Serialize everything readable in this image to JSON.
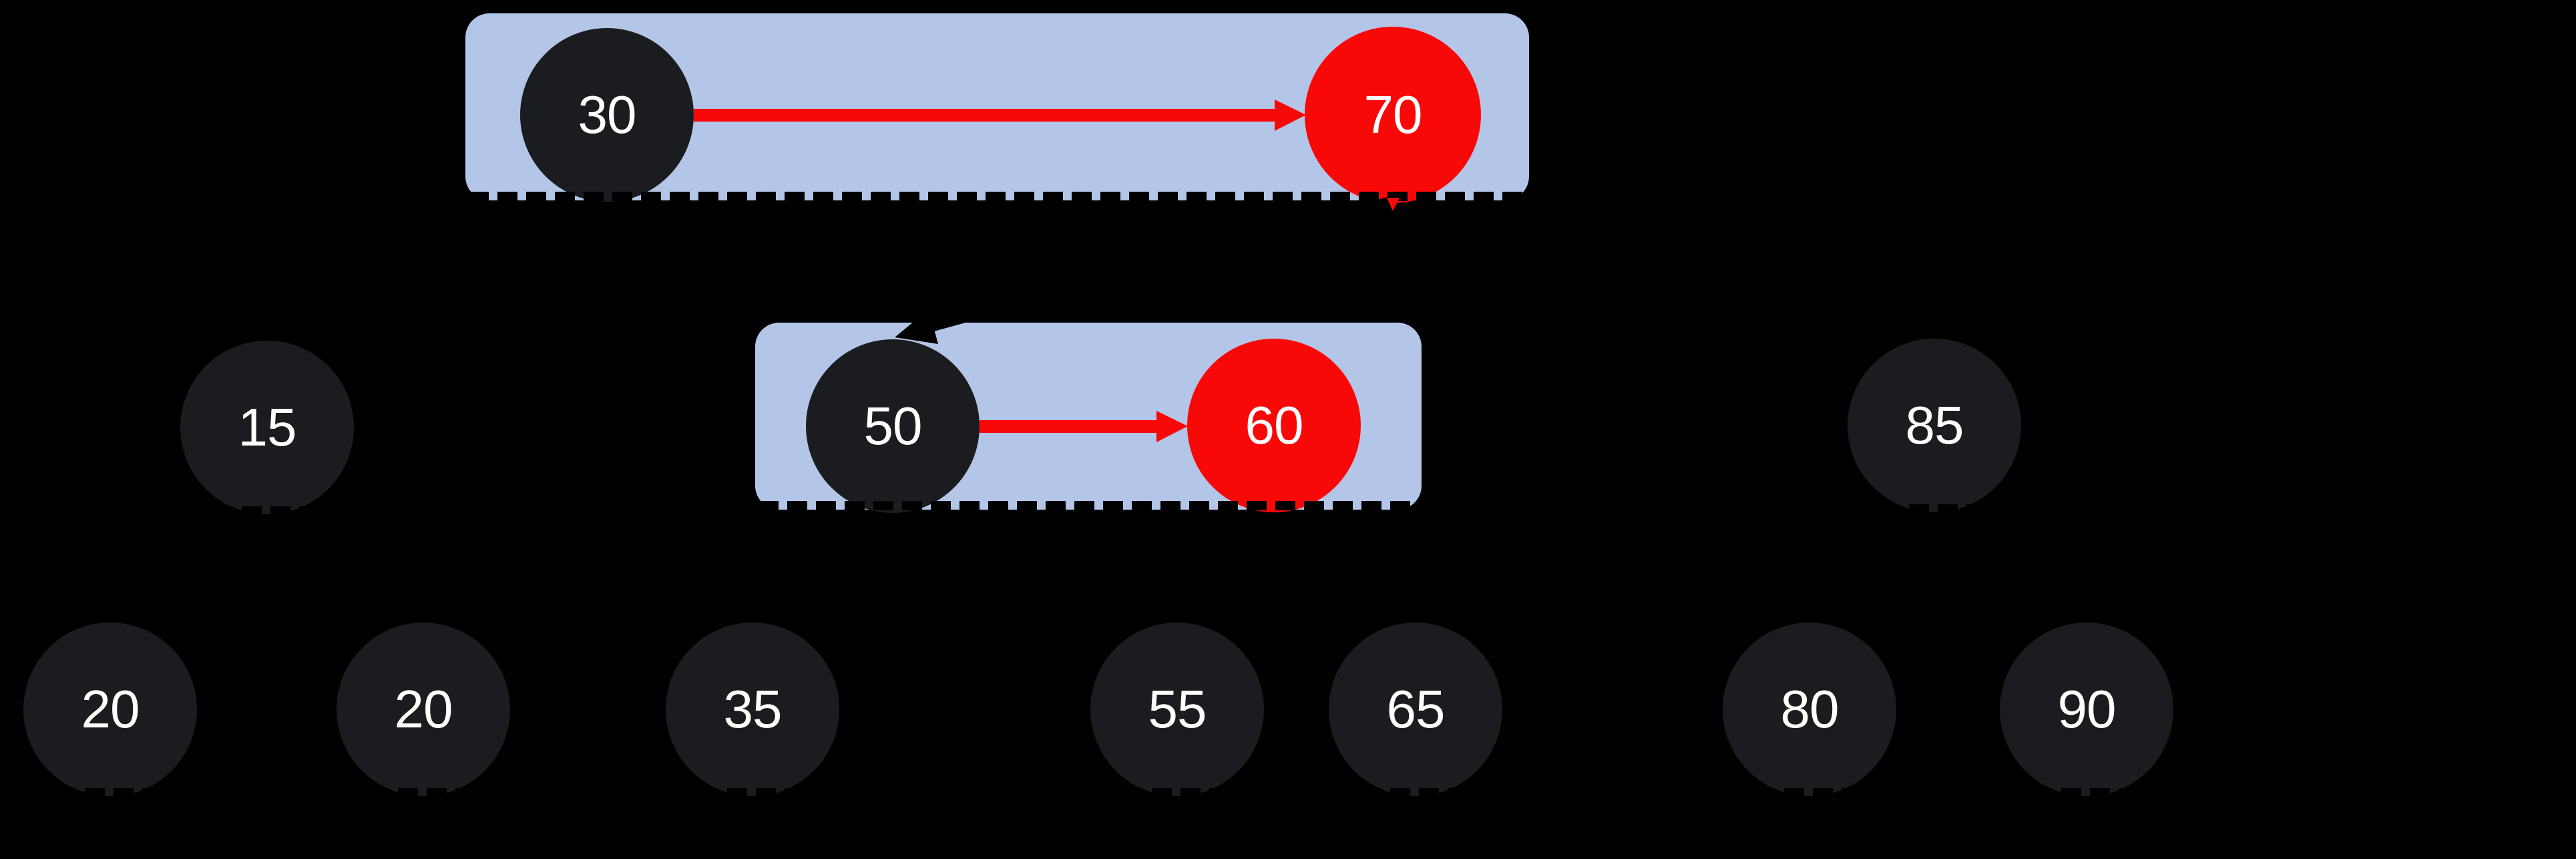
{
  "diagram": {
    "kind": "binary-tree-rotation-illustration",
    "background_color": "#000000",
    "colors": {
      "highlight_box_fill": "#b3c6e8",
      "dashed_border": "#000000",
      "node_dark_fill": "#1b1c1f",
      "node_red_fill": "#f90808",
      "arrow_red": "#f90808",
      "arrow_black": "#000000",
      "node_text": "#ffffff"
    },
    "boxes": [
      {
        "id": "top-box",
        "contains": [
          "30",
          "70"
        ],
        "border_style": "dashed-bottom"
      },
      {
        "id": "middle-box",
        "contains": [
          "50",
          "60"
        ],
        "border_style": "dashed-bottom"
      }
    ],
    "nodes": [
      {
        "value": "30",
        "variant": "dark",
        "row": "top",
        "in_box": "top-box"
      },
      {
        "value": "70",
        "variant": "red",
        "row": "top",
        "in_box": "top-box"
      },
      {
        "value": "15",
        "variant": "dark",
        "row": "middle",
        "in_box": null
      },
      {
        "value": "50",
        "variant": "dark",
        "row": "middle",
        "in_box": "middle-box"
      },
      {
        "value": "60",
        "variant": "red",
        "row": "middle",
        "in_box": "middle-box"
      },
      {
        "value": "85",
        "variant": "dark",
        "row": "middle",
        "in_box": null
      },
      {
        "value": "20",
        "variant": "dark",
        "row": "bottom",
        "in_box": null
      },
      {
        "value": "20",
        "variant": "dark",
        "row": "bottom",
        "in_box": null
      },
      {
        "value": "35",
        "variant": "dark",
        "row": "bottom",
        "in_box": null
      },
      {
        "value": "55",
        "variant": "dark",
        "row": "bottom",
        "in_box": null
      },
      {
        "value": "65",
        "variant": "dark",
        "row": "bottom",
        "in_box": null
      },
      {
        "value": "80",
        "variant": "dark",
        "row": "bottom",
        "in_box": null
      },
      {
        "value": "90",
        "variant": "dark",
        "row": "bottom",
        "in_box": null
      }
    ],
    "arrows": [
      {
        "from": "30",
        "to": "70",
        "color": "#f90808",
        "style": "thick-horizontal"
      },
      {
        "from": "50",
        "to": "60",
        "color": "#f90808",
        "style": "thick-horizontal"
      },
      {
        "from": "70",
        "to": "50",
        "color": "#000000",
        "style": "diagonal-down-left"
      },
      {
        "from": "70",
        "to": "below",
        "color": "#f90808",
        "style": "small-arrowhead-tip"
      }
    ]
  }
}
